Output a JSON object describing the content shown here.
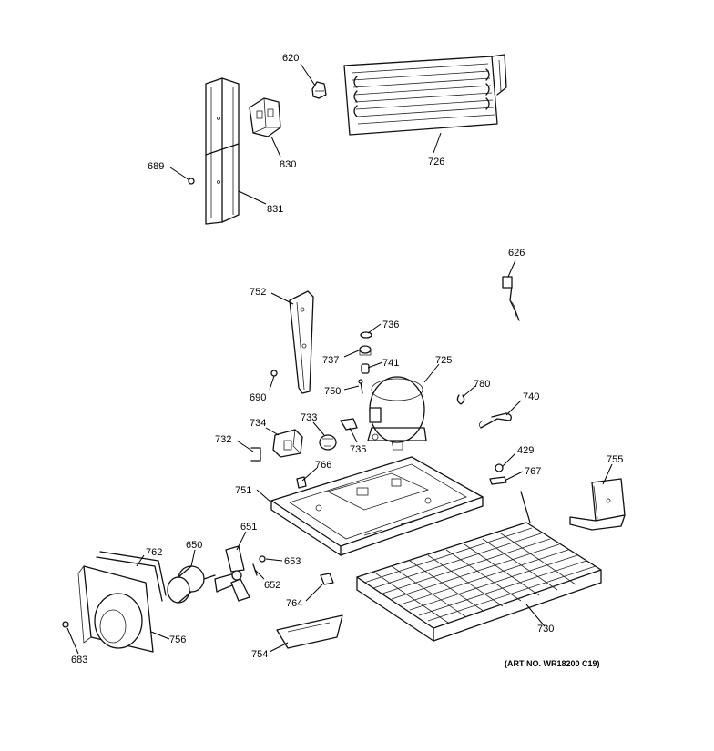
{
  "labels": {
    "p620": "620",
    "p726": "726",
    "p830": "830",
    "p689": "689",
    "p831": "831",
    "p626": "626",
    "p752": "752",
    "p736": "736",
    "p737": "737",
    "p741": "741",
    "p725": "725",
    "p690": "690",
    "p750": "750",
    "p780": "780",
    "p740": "740",
    "p734": "734",
    "p733": "733",
    "p732": "732",
    "p735": "735",
    "p429": "429",
    "p755": "755",
    "p766": "766",
    "p767": "767",
    "p751": "751",
    "p651": "651",
    "p762": "762",
    "p650": "650",
    "p653": "653",
    "p652": "652",
    "p764": "764",
    "p756": "756",
    "p730": "730",
    "p683": "683",
    "p754": "754"
  },
  "art_number": "(ART NO. WR18200 C19)"
}
